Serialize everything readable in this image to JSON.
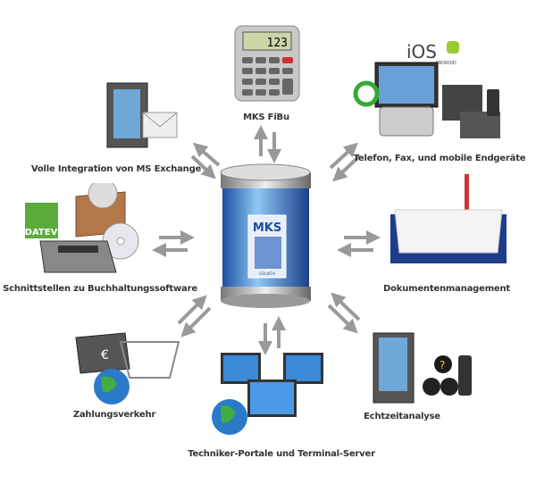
{
  "center": {
    "logo_text": "MKS",
    "logo_subtext": "GOLIATH"
  },
  "nodes": {
    "fibu": {
      "label": "MKS FiBu",
      "display": "123"
    },
    "exchange": {
      "label": "Volle Integration von MS Exchange"
    },
    "telefon": {
      "label": "Telefon, Fax, und mobile Endgeräte",
      "logo_ios": "iOS",
      "logo_android": "ANDROID"
    },
    "schnitt": {
      "label": "Schnittstellen zu Buchhaltungssoftware",
      "logo": "DATEV"
    },
    "doku": {
      "label": "Dokumentenmanagement"
    },
    "zahlung": {
      "label": "Zahlungsverkehr"
    },
    "techniker": {
      "label": "Techniker-Portale und Terminal-Server"
    },
    "echtzeit": {
      "label": "Echtzeitanalyse"
    }
  }
}
